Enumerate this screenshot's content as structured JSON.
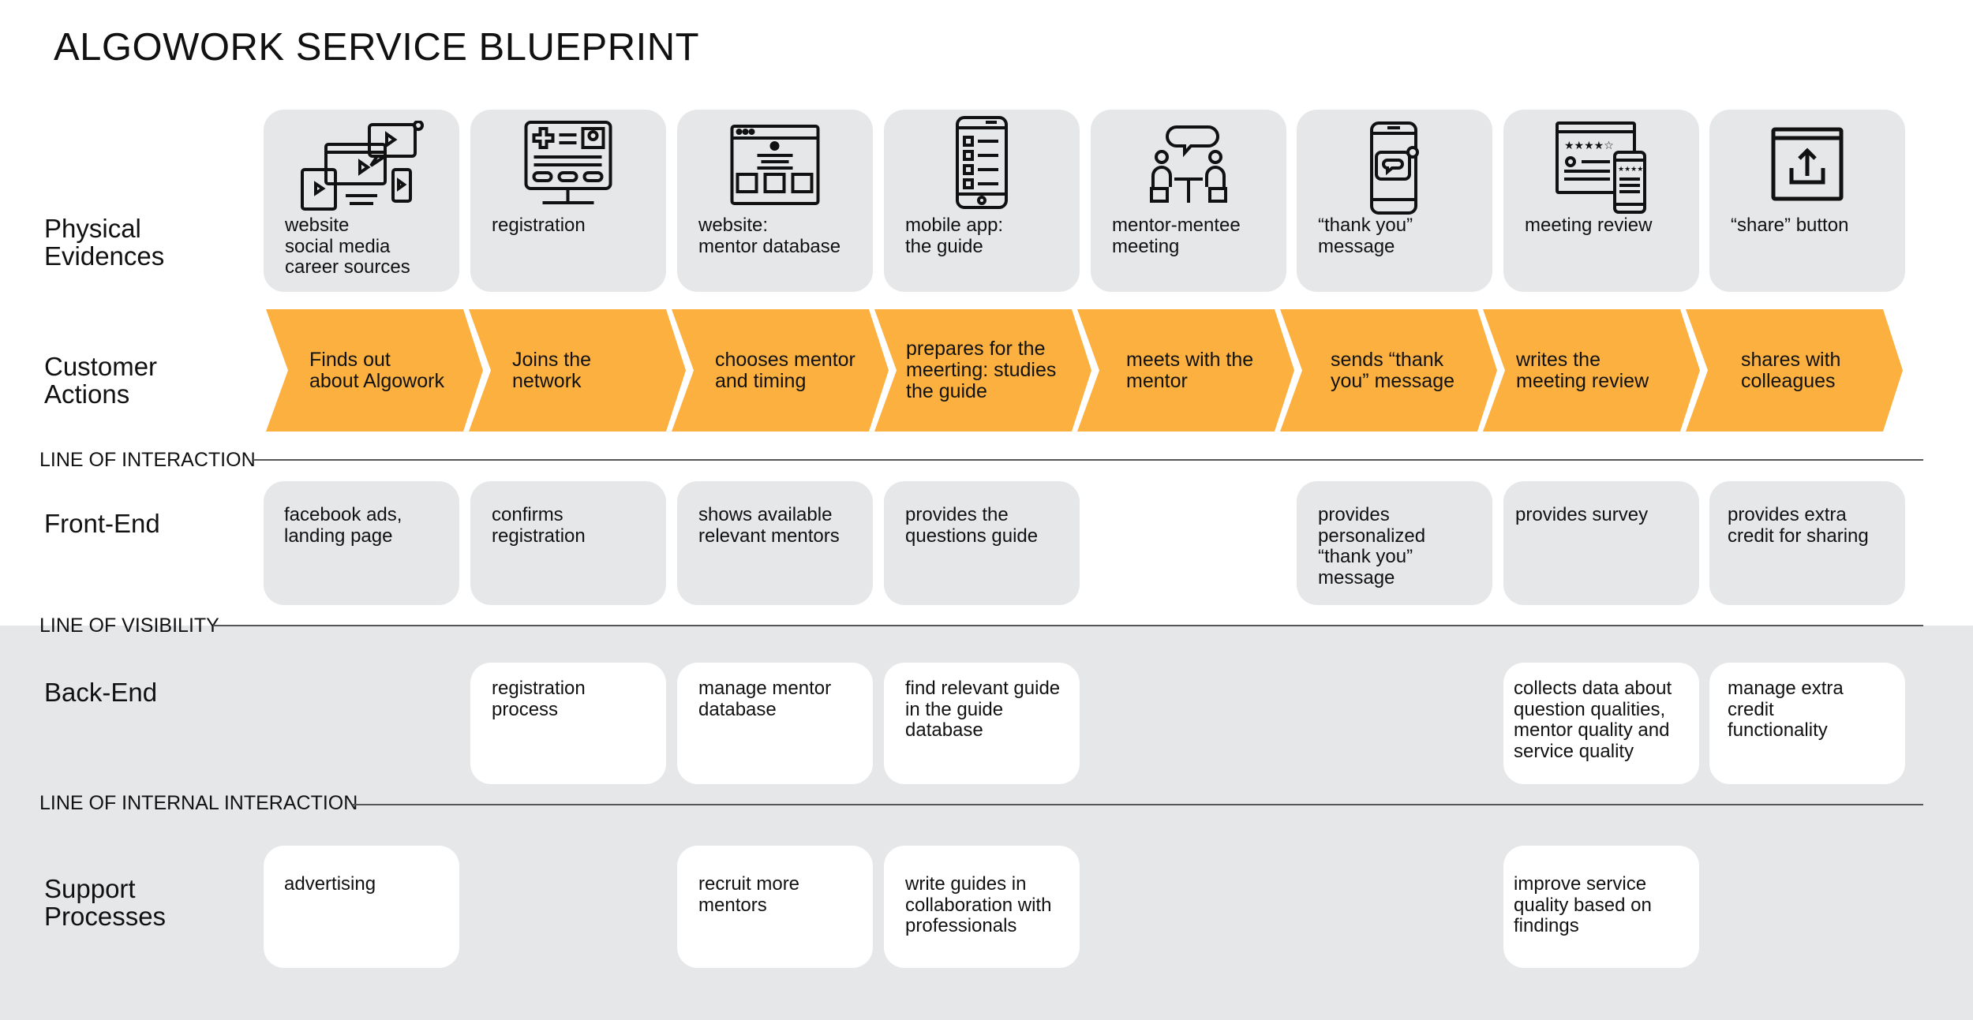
{
  "title": "ALGOWORK SERVICE BLUEPRINT",
  "colors": {
    "arrow": "#fbb040",
    "card_gray": "#e6e7e9",
    "band_gray": "#e6e7e9",
    "text": "#111111",
    "line": "#555555"
  },
  "rows": {
    "physical": "Physical\nEvidences",
    "customer": "Customer\nActions",
    "frontend": "Front-End",
    "backend": "Back-End",
    "support": "Support\nProcesses"
  },
  "lines": {
    "interaction": "LINE OF INTERACTION",
    "visibility": "LINE OF VISIBILITY",
    "internal": "LINE OF INTERNAL INTERACTION"
  },
  "physical_evidences": [
    {
      "label": "website\nsocial media\ncareer sources",
      "icon": "multi-device-media-icon"
    },
    {
      "label": "registration",
      "icon": "registration-monitor-icon"
    },
    {
      "label": "website:\nmentor database",
      "icon": "website-window-icon"
    },
    {
      "label": "mobile app:\nthe guide",
      "icon": "mobile-checklist-icon"
    },
    {
      "label": "mentor-mentee\nmeeting",
      "icon": "meeting-people-icon"
    },
    {
      "label": "“thank you”\nmessage",
      "icon": "phone-message-icon"
    },
    {
      "label": "meeting review",
      "icon": "review-devices-icon"
    },
    {
      "label": "“share” button",
      "icon": "share-upload-icon"
    }
  ],
  "customer_actions": [
    "Finds out\nabout Algowork",
    "Joins the\nnetwork",
    "chooses mentor\nand timing",
    "prepares for the\nmeerting: studies\nthe guide",
    "meets with the\nmentor",
    "sends “thank\nyou” message",
    "writes the\nmeeting review",
    "shares with\ncolleagues"
  ],
  "front_end": [
    "facebook ads,\nlanding page",
    "confirms\nregistration",
    "shows available\nrelevant mentors",
    "provides the\nquestions guide",
    null,
    "provides\npersonalized\n“thank you”\nmessage",
    "provides survey",
    "provides extra\ncredit for sharing"
  ],
  "back_end": [
    null,
    "registration\nprocess",
    "manage mentor\ndatabase",
    "find relevant guide\nin the guide\ndatabase",
    null,
    null,
    "collects data about\nquestion qualities,\nmentor quality and\nservice quality",
    "manage extra\ncredit\nfunctionality"
  ],
  "support_processes": [
    "advertising",
    null,
    "recruit more\nmentors",
    "write guides in\ncollaboration with\nprofessionals",
    null,
    null,
    "improve service\nquality based on\nfindings",
    null
  ]
}
